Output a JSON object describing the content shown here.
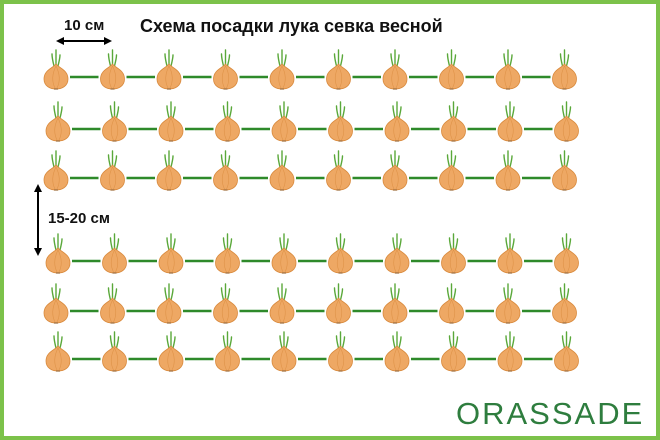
{
  "title": "Схема посадки лука севка весной",
  "spacing_label": "10 см",
  "row_gap_label": "15-20 см",
  "brand": "ORASSADE",
  "colors": {
    "border": "#7cc24a",
    "bulb": "#eea864",
    "bulb_outline": "#d98a3d",
    "sprout": "#5aa83a",
    "connector": "#2e8a2a",
    "arrow": "#000000",
    "brand": "#2e7d3e"
  },
  "layout": {
    "rows": 6,
    "bulbs_per_row": 10,
    "row_groups": [
      3,
      3
    ]
  }
}
